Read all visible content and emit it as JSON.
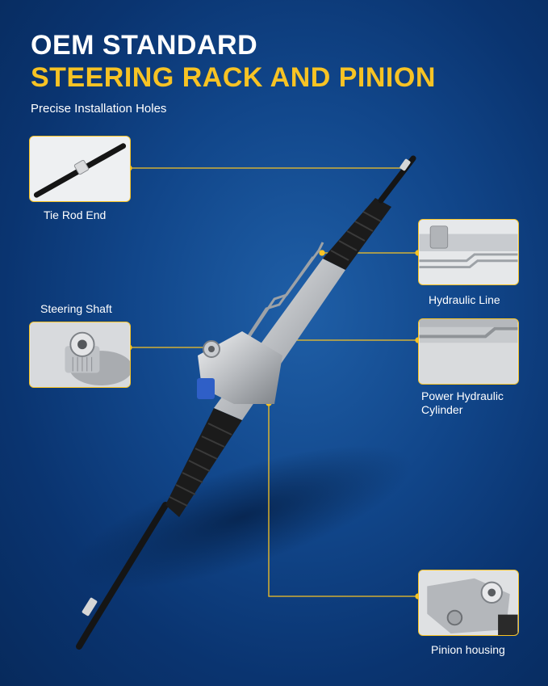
{
  "heading": {
    "line1": "OEM STANDARD",
    "line2": "STEERING RACK AND PINION",
    "subtitle": "Precise Installation Holes"
  },
  "callouts": {
    "tie_rod": "Tie Rod End",
    "steering_shaft": "Steering Shaft",
    "hydraulic_line": "Hydraulic Line",
    "power_cylinder_line1": "Power Hydraulic",
    "power_cylinder_line2": "Cylinder",
    "pinion_housing": "Pinion housing"
  },
  "colors": {
    "accent": "#f7c324",
    "background": "#11468a",
    "text": "#ffffff"
  }
}
